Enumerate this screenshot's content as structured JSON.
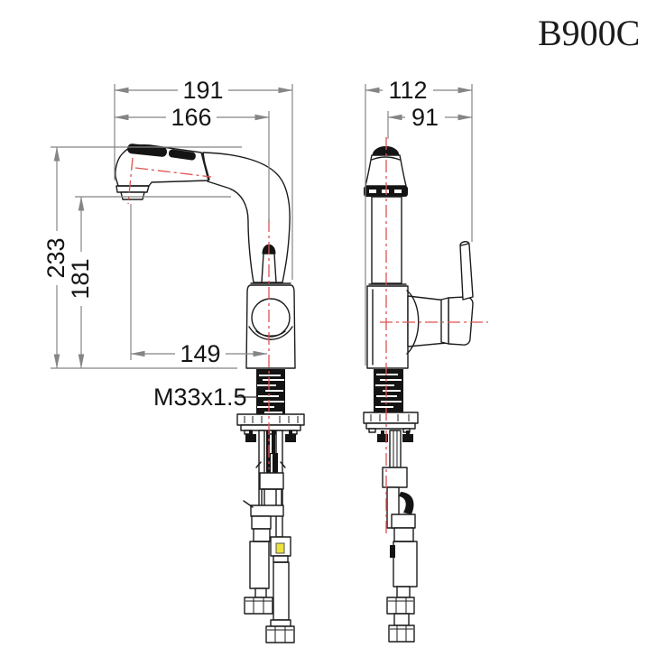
{
  "title": "B900C",
  "drawing": {
    "type": "technical-drawing",
    "subject": "pull-out faucet, front and side orthographic views with dimensions"
  },
  "colors": {
    "outline": "#1c1c1c",
    "dimension_lines": "#858585",
    "centerline_red": "#e05252",
    "hose_highlight_yellow": "#ede23c",
    "background": "#ffffff"
  },
  "dimensions": {
    "front": {
      "overall_width": "191",
      "spout_width": "166",
      "spout_reach": "149",
      "overall_height": "233",
      "outlet_height": "181",
      "thread_spec": "M33x1.5"
    },
    "side": {
      "overall_depth": "112",
      "handle_depth": "91"
    }
  }
}
